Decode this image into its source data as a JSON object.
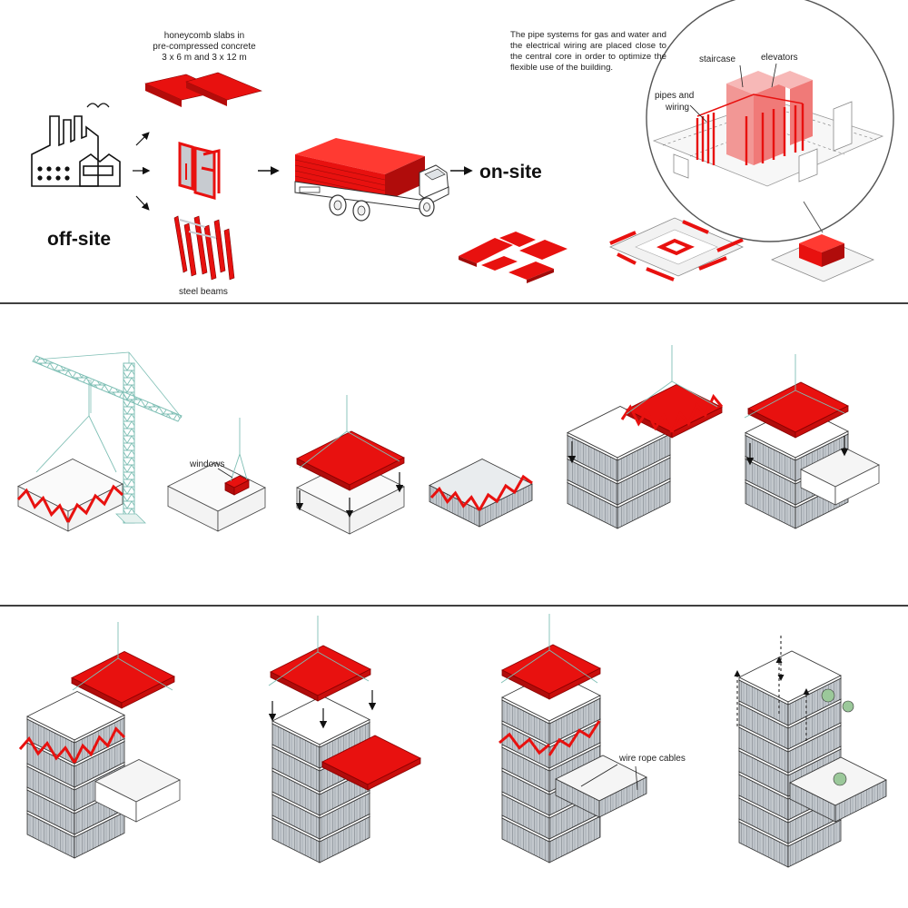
{
  "labels": {
    "slabs_line1": "honeycomb slabs in",
    "slabs_line2": "pre-compressed concrete",
    "slabs_line3": "3 x 6 m and 3 x 12 m",
    "off_site": "off-site",
    "on_site": "on-site",
    "steel_beams": "steel beams",
    "note": "The pipe systems for gas and water and the electrical wiring are placed close to the central core in order to optimize the flexible use of the building.",
    "staircase": "staircase",
    "elevators": "elevators",
    "pipes_line1": "pipes and",
    "pipes_line2": "wiring",
    "windows": "windows",
    "wire_rope": "wire rope cables"
  },
  "colors": {
    "accent_red": "#e8110f",
    "cable_teal": "#7fbfb5",
    "line": "#333333",
    "facade_grey": "#b9bec4",
    "divider": "#000000"
  }
}
